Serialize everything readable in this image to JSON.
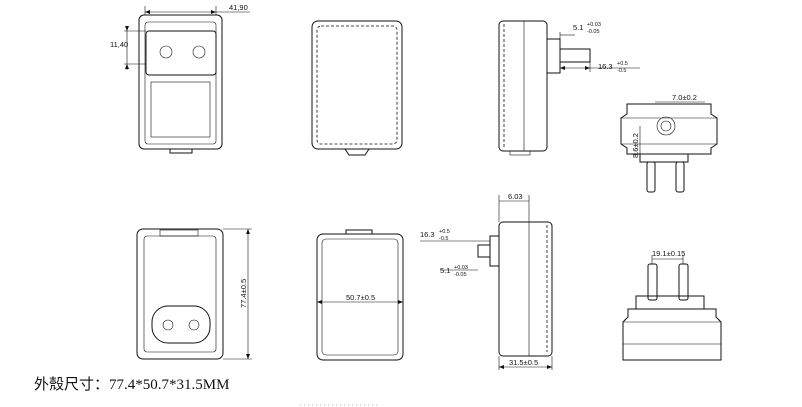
{
  "dimensions": {
    "width_top": "41,90",
    "pin_offset": "11,40",
    "height_total": "77.4±0.5",
    "width_mid": "50.7±0.5",
    "depth_total": "31.5±0.5",
    "pin_length": "16.3",
    "pin_length_tol_plus": "+0.5",
    "pin_length_tol_minus": "-0.5",
    "pin_diameter": "5.1",
    "pin_diameter_tol_plus": "+0.03",
    "pin_diameter_tol_minus": "-0.05",
    "pin_spacing": "19.1±0.15",
    "pin_width": "7.0±0.2",
    "pin_height": "8.6±0.2",
    "back_depth": "6.03"
  },
  "caption": "外殼尺寸：77.4*50.7*31.5MM"
}
